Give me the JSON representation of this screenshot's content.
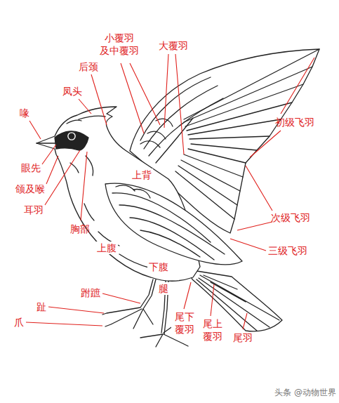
{
  "diagram": {
    "labels": [
      "小覆羽 及中覆羽",
      "大覆羽",
      "后颈",
      "凤头",
      "喙",
      "眼先",
      "颌及喉",
      "耳羽",
      "胸部",
      "上背",
      "初级飞羽",
      "次级飞羽",
      "三级飞羽",
      "上腹",
      "下腹",
      "腿",
      "趾",
      "跗蹠",
      "爪",
      "尾下 覆羽",
      "尾上 覆羽",
      "尾羽",
      "头条 @动物世界"
    ]
  }
}
